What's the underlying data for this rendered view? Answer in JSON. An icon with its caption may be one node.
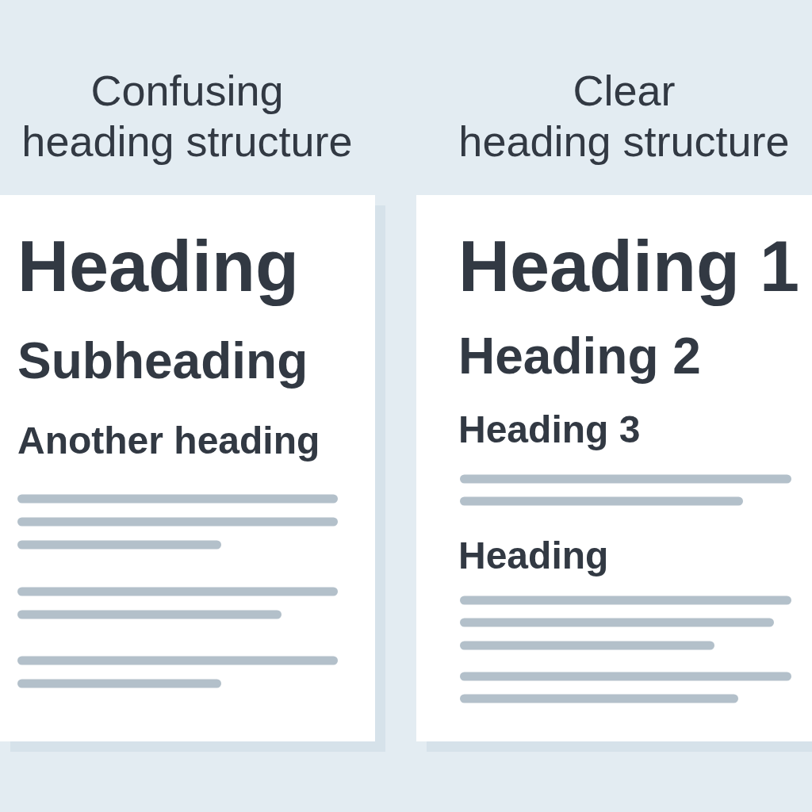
{
  "diagram": {
    "nodes": [
      {
        "text": [
          "Confusing heading structure",
          "Heading",
          "Subheading",
          "Another heading"
        ]
      },
      {
        "text": [
          "Clear heading structure",
          "Heading 1",
          "Heading 2",
          "Heading 3",
          "Heading"
        ]
      }
    ]
  }
}
